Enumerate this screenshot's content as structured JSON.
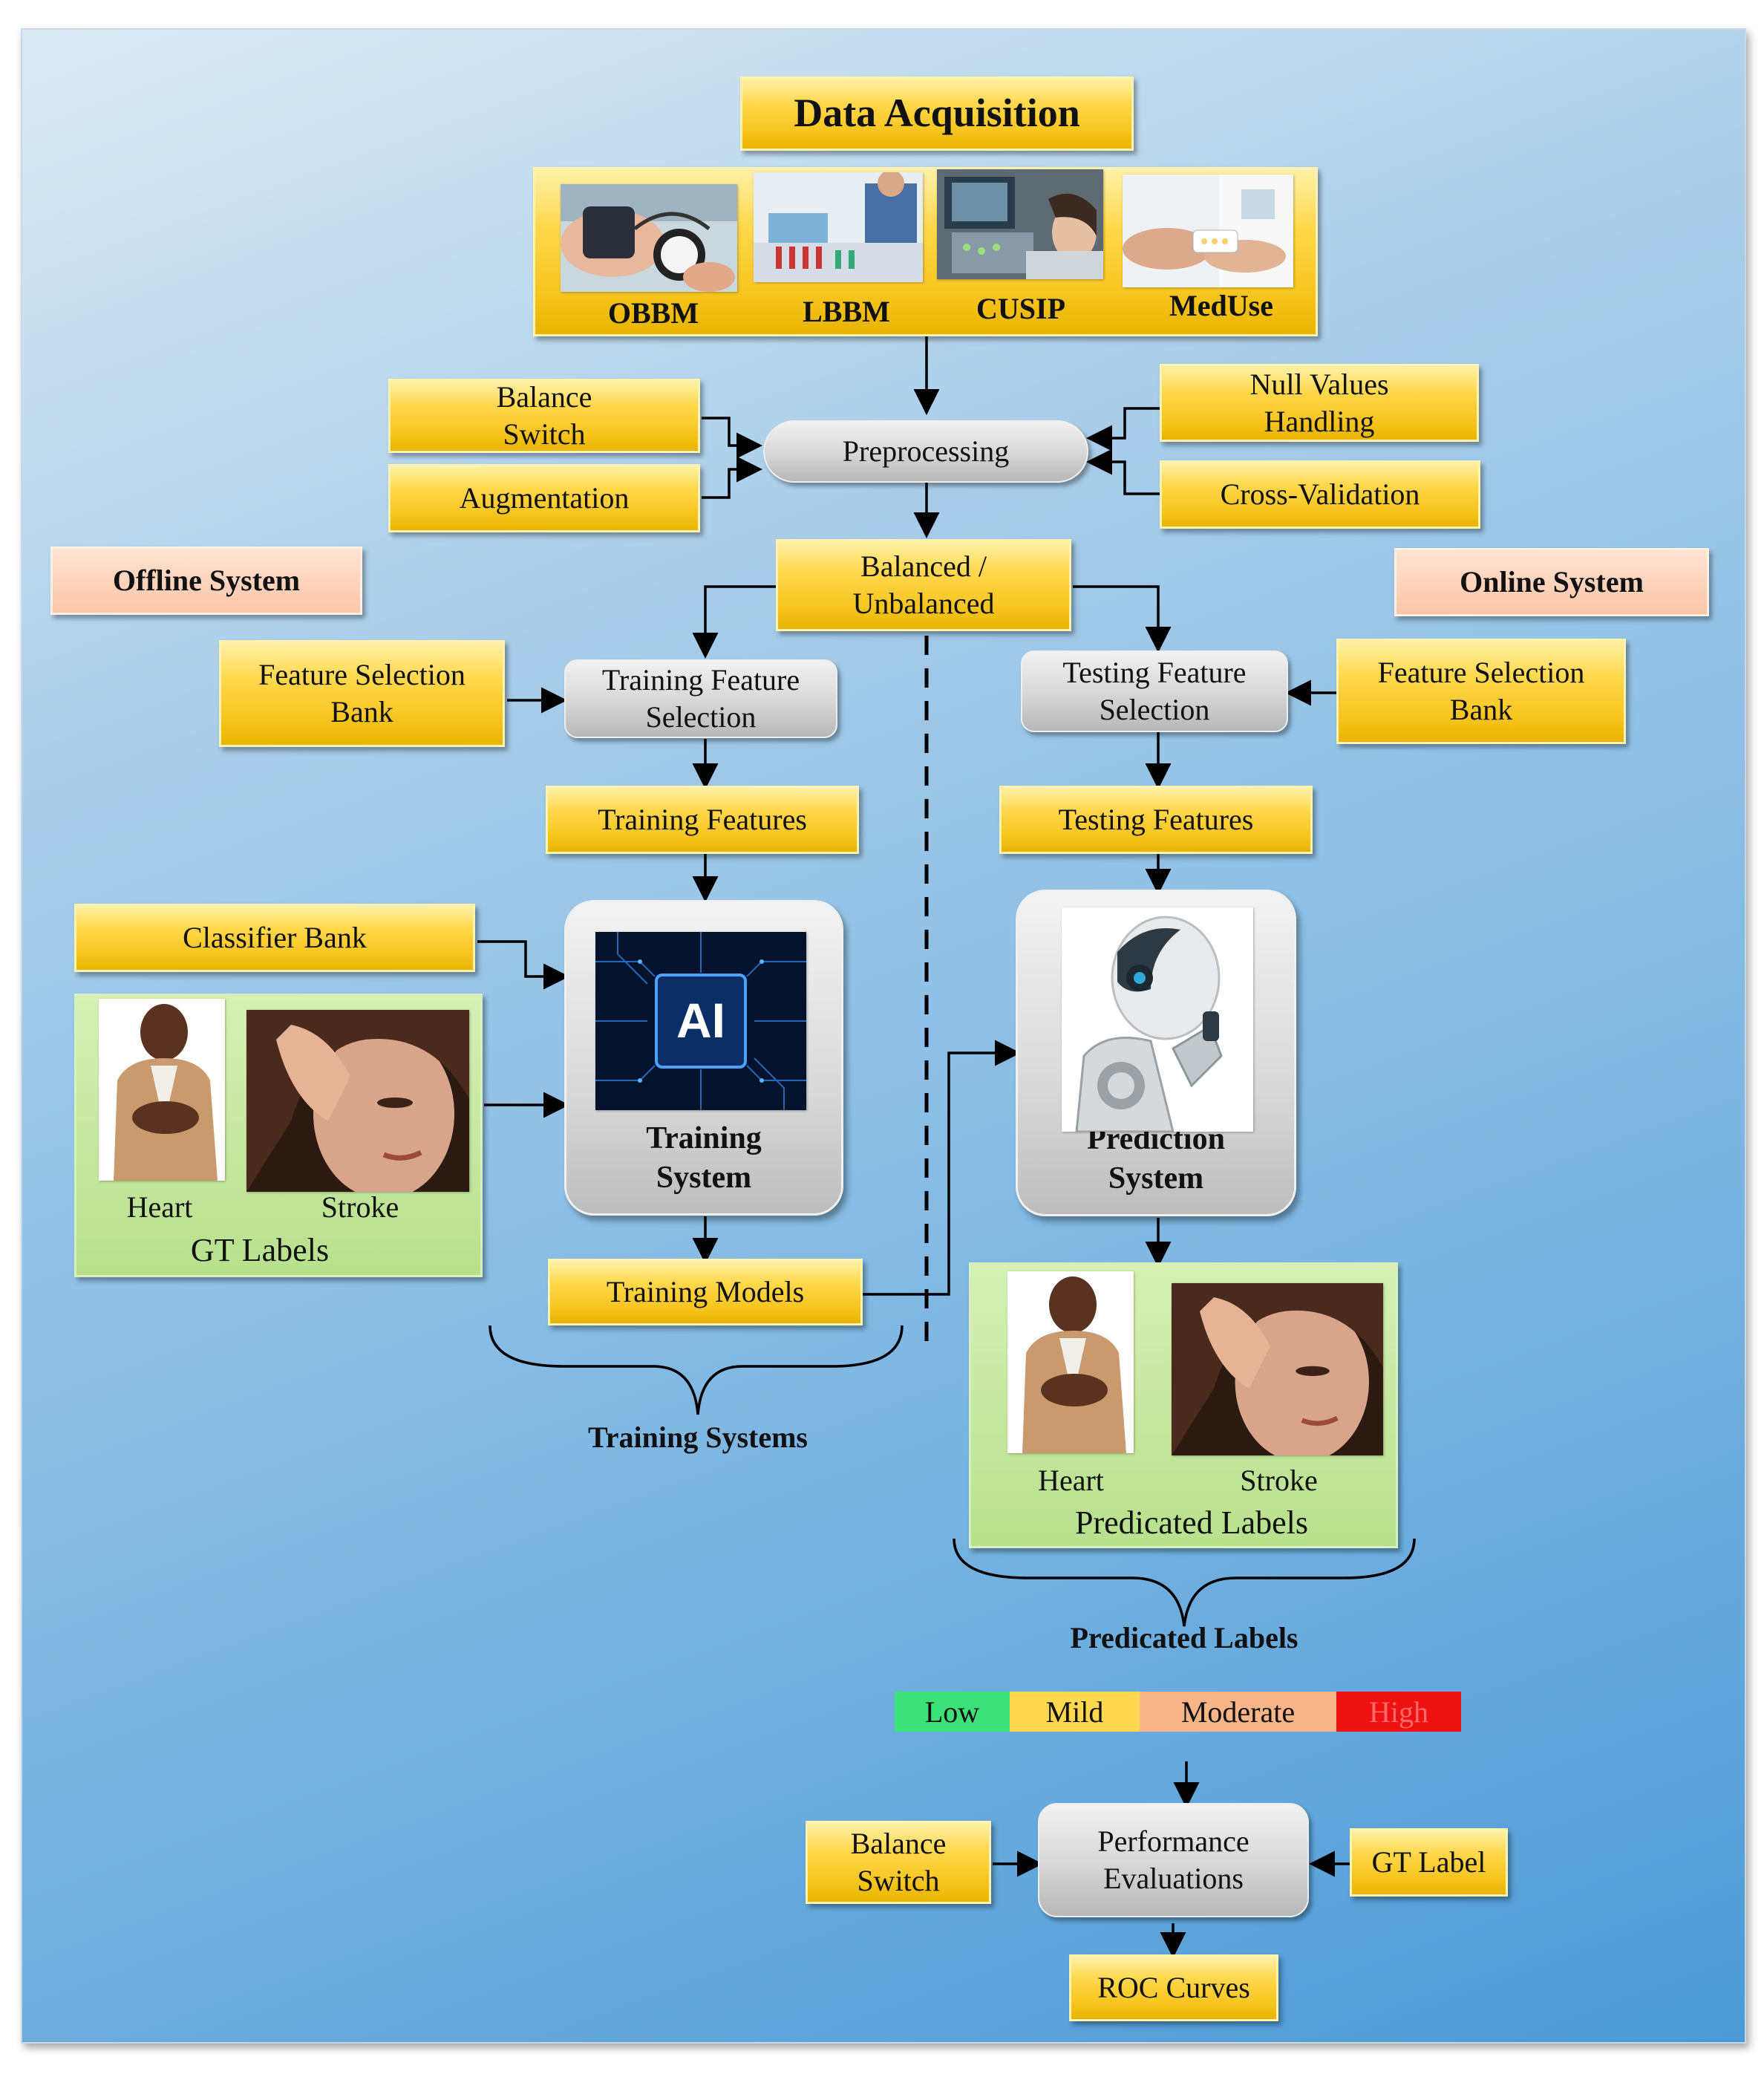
{
  "data_acquisition": {
    "title": "Data Acquisition",
    "sources": [
      {
        "label": "OBBM",
        "icon": "blood-pressure-photo"
      },
      {
        "label": "LBBM",
        "icon": "lab-test-photo"
      },
      {
        "label": "CUSIP",
        "icon": "ultrasound-photo"
      },
      {
        "label": "MedUse",
        "icon": "medication-photo"
      }
    ]
  },
  "preprocessing": {
    "label": "Preprocessing",
    "left_inputs": [
      "Balance\nSwitch",
      "Augmentation"
    ],
    "right_inputs": [
      "Null Values\nHandling",
      "Cross-Validation"
    ]
  },
  "split": {
    "label": "Balanced /\nUnbalanced"
  },
  "offline": {
    "title": "Offline System",
    "feature_bank": "Feature Selection\nBank",
    "feature_selection": "Training Feature\nSelection",
    "features": "Training Features",
    "classifier_bank": "Classifier Bank",
    "ai_chip_text": "AI",
    "system": "Training\nSystem",
    "gt": {
      "heart": "Heart",
      "stroke": "Stroke",
      "title": "GT Labels"
    },
    "models": "Training Models",
    "brace_label": "Training Systems"
  },
  "online": {
    "title": "Online System",
    "feature_bank": "Feature Selection\nBank",
    "feature_selection": "Testing Feature\nSelection",
    "features": "Testing Features",
    "system": "Prediction\nSystem",
    "pred": {
      "heart": "Heart",
      "stroke": "Stroke",
      "title": "Predicated Labels"
    },
    "brace_label": "Predicated Labels"
  },
  "severity": [
    {
      "label": "Low",
      "color": "#3ee07a",
      "text_color": "#111111"
    },
    {
      "label": "Mild",
      "color": "#ffd84d",
      "text_color": "#111111"
    },
    {
      "label": "Moderate",
      "color": "#f9b487",
      "text_color": "#111111"
    },
    {
      "label": "High",
      "color": "#ee1111",
      "text_color": "#ff6a6a"
    }
  ],
  "evaluation": {
    "balance_switch": "Balance\nSwitch",
    "performance": "Performance\nEvaluations",
    "gt_label": "GT Label",
    "roc": "ROC Curves"
  }
}
